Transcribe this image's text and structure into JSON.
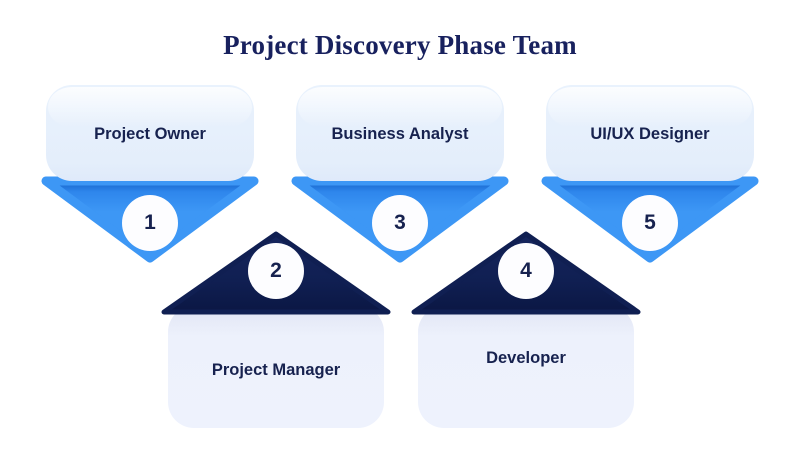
{
  "page": {
    "title": "Project Discovery Phase Team",
    "background_color": "#ffffff"
  },
  "colors": {
    "title_text": "#18215e",
    "label_text": "#17224f",
    "top_card_fill": "#e6f0fc",
    "bottom_card_fill": "#edf1fc",
    "blue_triangle": "#3d97f5",
    "blue_triangle_dark": "#1a6fd4",
    "navy_triangle": "#101f52",
    "badge_fill": "#ffffff"
  },
  "top_row": [
    {
      "label": "Project Owner",
      "number": "1",
      "card_fill": "#e6f0fc",
      "triangle_fill": "#3d97f5"
    },
    {
      "label": "Business Analyst",
      "number": "3",
      "card_fill": "#e6f0fc",
      "triangle_fill": "#3d97f5"
    },
    {
      "label": "UI/UX Designer",
      "number": "5",
      "card_fill": "#e6f0fc",
      "triangle_fill": "#3d97f5"
    }
  ],
  "bottom_row": [
    {
      "label": "Project Manager",
      "number": "2",
      "card_fill": "#edf1fc",
      "triangle_fill": "#101f52"
    },
    {
      "label": "Developer",
      "number": "4",
      "card_fill": "#edf1fc",
      "triangle_fill": "#101f52"
    }
  ]
}
